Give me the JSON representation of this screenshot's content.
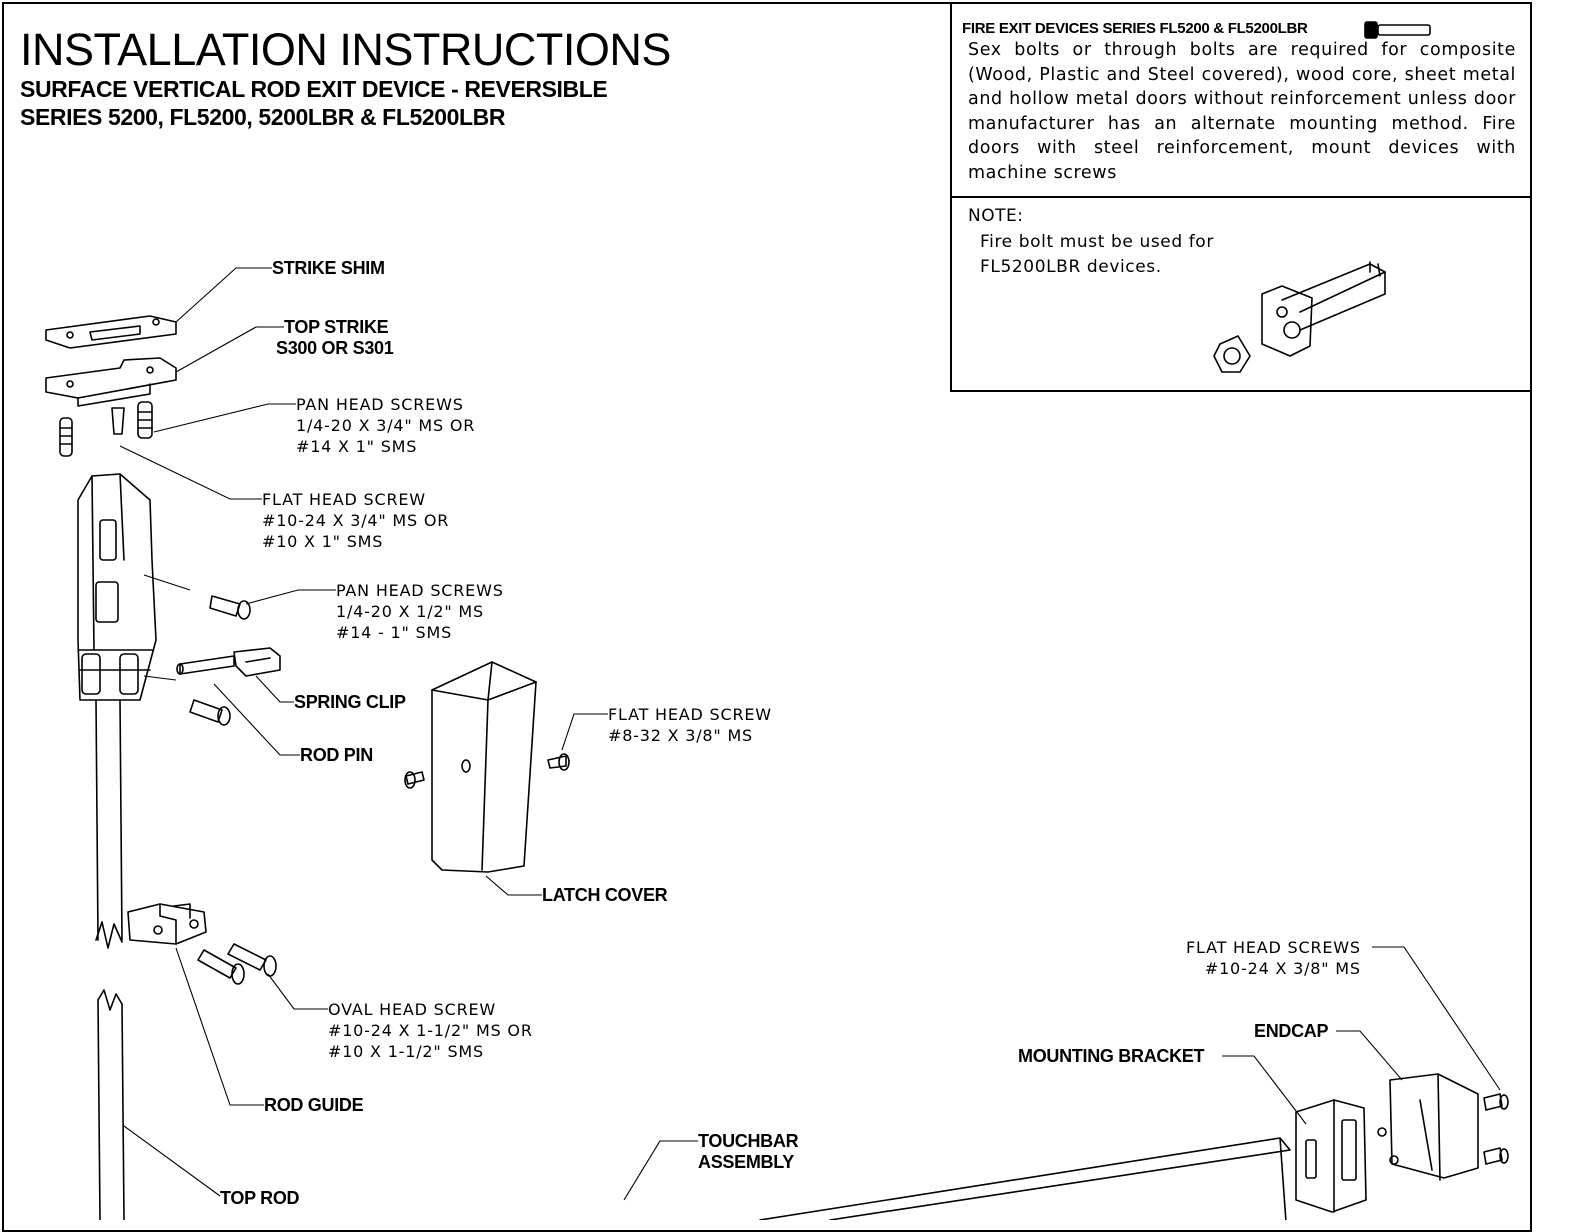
{
  "header": {
    "title": "INSTALLATION INSTRUCTIONS",
    "subtitle_1": "SURFACE VERTICAL ROD EXIT DEVICE - REVERSIBLE",
    "subtitle_2": "SERIES 5200, FL5200, 5200LBR & FL5200LBR"
  },
  "fire_box": {
    "heading": "FIRE EXIT DEVICES SERIES FL5200 & FL5200LBR",
    "body": "Sex bolts or through bolts are required for composite (Wood, Plastic and Steel covered), wood core, sheet metal and hollow metal doors without reinforcement unless door manufacturer has an alternate mounting method. Fire doors with steel reinforcement, mount devices with machine screws"
  },
  "note_box": {
    "label": "NOTE:",
    "line_1": "Fire bolt must be used for",
    "line_2": "FL5200LBR devices."
  },
  "labels": {
    "strike_shim": "STRIKE SHIM",
    "top_strike_1": "TOP STRIKE",
    "top_strike_2": "S300 OR S301",
    "pan_head_1_l1": "PAN HEAD SCREWS",
    "pan_head_1_l2": "1/4-20 X 3/4\" MS OR",
    "pan_head_1_l3": "#14 X 1\" SMS",
    "flat_head_1_l1": "FLAT HEAD SCREW",
    "flat_head_1_l2": "#10-24 X 3/4\" MS OR",
    "flat_head_1_l3": "#10 X 1\" SMS",
    "pan_head_2_l1": "PAN HEAD SCREWS",
    "pan_head_2_l2": "1/4-20 X 1/2\" MS",
    "pan_head_2_l3": "#14 - 1\" SMS",
    "spring_clip": "SPRING CLIP",
    "rod_pin": "ROD PIN",
    "flat_head_2_l1": "FLAT HEAD SCREW",
    "flat_head_2_l2": "#8-32 X 3/8\" MS",
    "latch_cover": "LATCH COVER",
    "oval_head_l1": "OVAL HEAD SCREW",
    "oval_head_l2": "#10-24 X 1-1/2\" MS OR",
    "oval_head_l3": "#10 X 1-1/2\" SMS",
    "rod_guide": "ROD GUIDE",
    "top_rod": "TOP ROD",
    "touchbar_1": "TOUCHBAR",
    "touchbar_2": "ASSEMBLY",
    "flat_heads_l1": "FLAT HEAD SCREWS",
    "flat_heads_l2": "#10-24 X 3/8\" MS",
    "endcap": "ENDCAP",
    "mounting_bracket": "MOUNTING BRACKET"
  }
}
